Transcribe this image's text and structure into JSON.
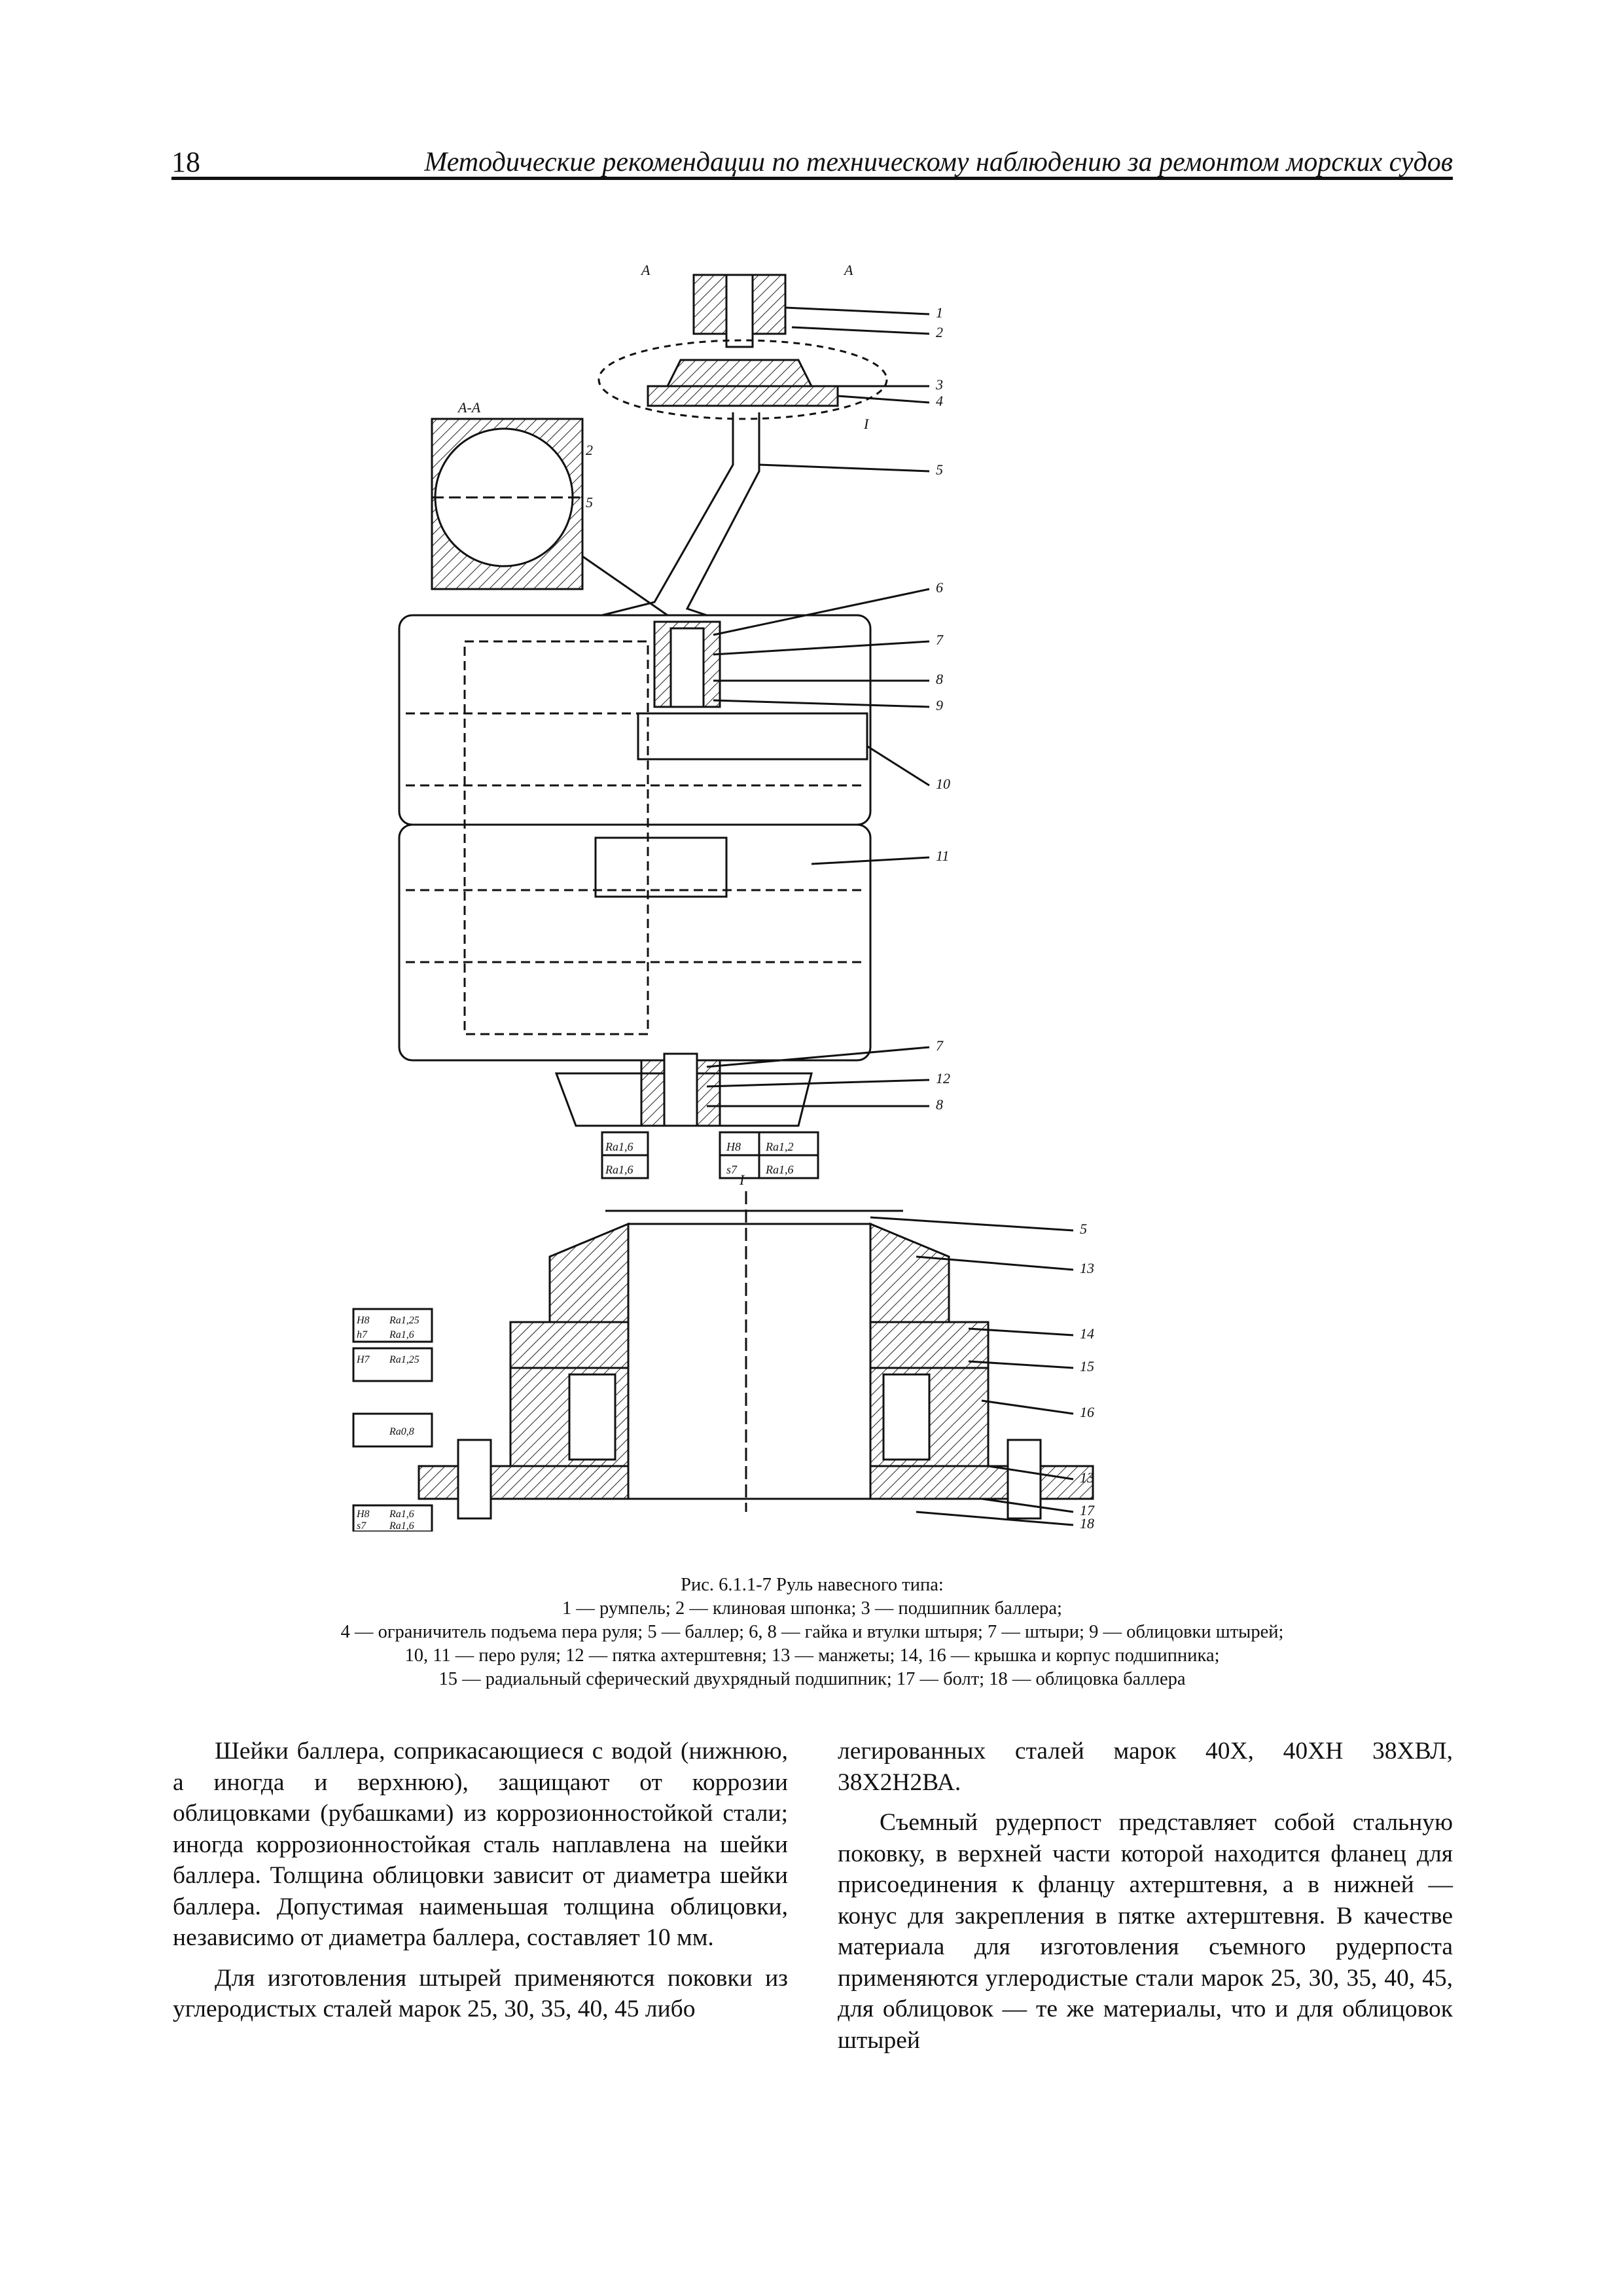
{
  "header": {
    "page_number": "18",
    "running_title": "Методические рекомендации по техническому наблюдению за ремонтом морских судов"
  },
  "figure": {
    "section_label": "А-А",
    "labels_upper": [
      "А",
      "А",
      "1",
      "2",
      "3",
      "4",
      "I",
      "2",
      "5",
      "5",
      "6",
      "7",
      "8",
      "9",
      "10",
      "11",
      "7",
      "12",
      "8"
    ],
    "labels_lower": [
      "I",
      "5",
      "13",
      "14",
      "15",
      "16",
      "13",
      "17",
      "18"
    ],
    "tolerances_upper": [
      "Ra1,6",
      "Ra1,6",
      "H8",
      "Ra1,2",
      "s7",
      "Ra1,6"
    ],
    "tolerances_lower": [
      "H8",
      "Ra1,25",
      "h7",
      "Ra1,6",
      "H7",
      "Ra1,25",
      "Ra0,8",
      "H8",
      "Ra1,6",
      "s7",
      "Ra1,6"
    ]
  },
  "caption": {
    "title": "Рис. 6.1.1-7 Руль навесного типа:",
    "lines": [
      "1 — румпель; 2 — клиновая шпонка; 3 — подшипник баллера;",
      "4 — ограничитель подъема пера руля; 5 — баллер; 6, 8 — гайка и втулки штыря; 7 — штыри; 9 — облицовки штырей;",
      "10, 11 — перо руля; 12 — пятка ахтерштевня; 13 — манжеты; 14, 16 — крышка и корпус подшипника;",
      "15 — радиальный сферический двухрядный подшипник; 17 — болт; 18 — облицовка баллера"
    ]
  },
  "body": {
    "left_p1": "Шейки баллера, соприкасающиеся с водой (нижнюю, а иногда и верхнюю), защищают от коррозии облицовками (рубашками) из коррозионностойкой стали; иногда коррозионностойкая сталь наплавлена на шейки баллера. Толщина облицовки зависит от диаметра шейки баллера. Допустимая наименьшая толщина облицовки, независимо от диаметра баллера, составляет 10 мм.",
    "left_p2": "Для изготовления штырей применяются поковки из углеродистых сталей марок 25, 30, 35, 40, 45 либо",
    "right_p1": "легированных сталей марок 40Х, 40ХН 38ХВЛ, 38Х2Н2ВА.",
    "right_p2": "Съемный рудерпост представляет собой стальную поковку, в верхней части которой находится фланец для присоединения к фланцу ахтерштевня, а в нижней — конус для закрепления в пятке ахтерштевня. В качестве материала для изготовления съемного рудерпоста применяются углеродистые стали марок 25, 30, 35, 40, 45, для облицовок — те же материалы, что и для облицовок штырей"
  }
}
